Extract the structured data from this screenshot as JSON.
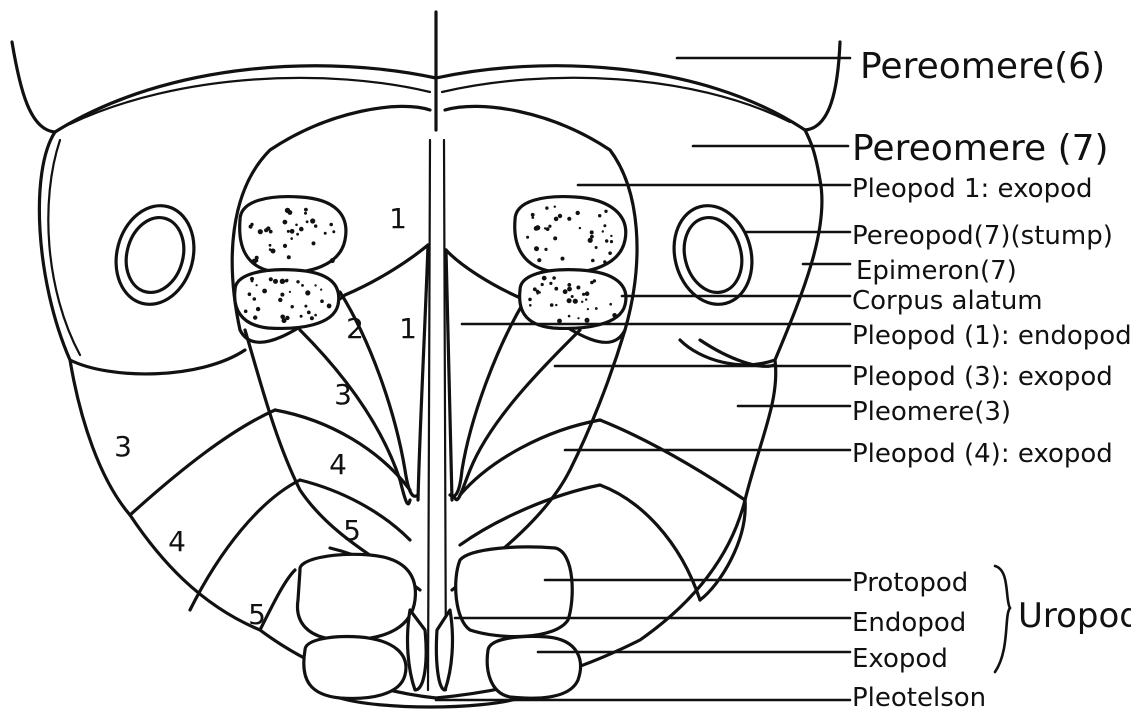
{
  "labels": {
    "pereomere6": "Pereomere(6)",
    "pereomere7": "Pereomere (7)",
    "pleopod1_exopod": "Pleopod 1: exopod",
    "pereopod7_stump": "Pereopod(7)(stump)",
    "epimeron7": "Epimeron(7)",
    "corpus_alatum": "Corpus alatum",
    "pleopod1_endopod": "Pleopod (1): endopod",
    "pleopod3_exopod": "Pleopod (3): exopod",
    "pleomere3": "Pleomere(3)",
    "pleopod4_exopod": "Pleopod (4): exopod",
    "protopod": "Protopod",
    "endopod": "Endopod",
    "exopod": "Exopod",
    "uropod": "Uropod",
    "pleotelson": "Pleotelson"
  },
  "numbers": {
    "n1_upper": "1",
    "n1_lower": "1",
    "n2": "2",
    "n3_inner": "3",
    "n4_inner": "4",
    "n5_inner": "5",
    "n3_outer": "3",
    "n4_outer": "4",
    "n5_outer": "5"
  }
}
